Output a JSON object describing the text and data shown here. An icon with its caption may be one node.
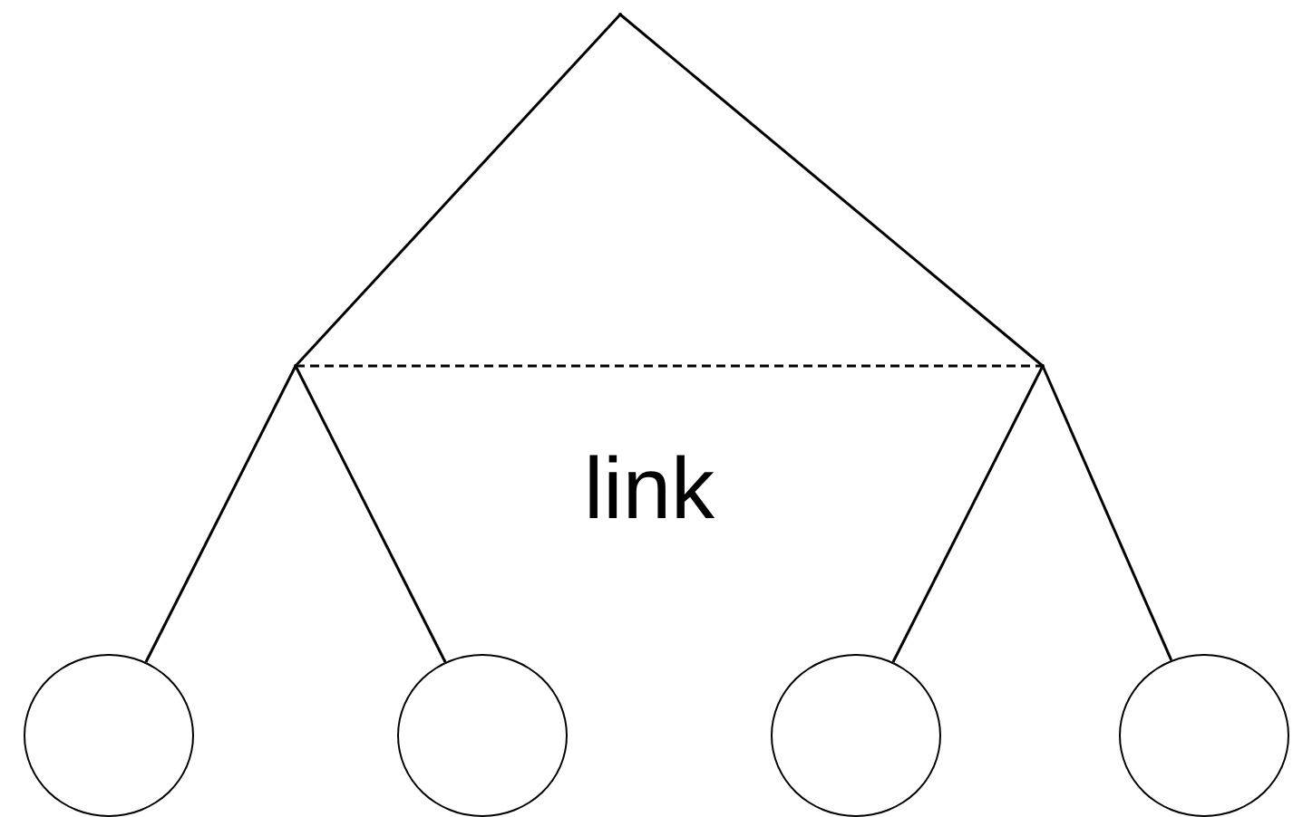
{
  "diagram": {
    "nodes": [
      {
        "text": [],
        "shape": "point"
      },
      {
        "text": [],
        "shape": "point"
      },
      {
        "text": [],
        "shape": "point"
      },
      {
        "text": [],
        "shape": "circle"
      },
      {
        "text": [],
        "shape": "circle"
      },
      {
        "text": [],
        "shape": "circle"
      },
      {
        "text": [],
        "shape": "circle"
      }
    ],
    "edges": [
      {
        "from": 0,
        "to": 1,
        "arrow": "none"
      },
      {
        "from": 0,
        "to": 2,
        "arrow": "none"
      },
      {
        "from": 1,
        "to": 2,
        "arrow": "none",
        "label": "link",
        "style": "dashed"
      },
      {
        "from": 1,
        "to": 3,
        "arrow": "none"
      },
      {
        "from": 1,
        "to": 4,
        "arrow": "none"
      },
      {
        "from": 2,
        "to": 5,
        "arrow": "none"
      },
      {
        "from": 2,
        "to": 6,
        "arrow": "none"
      }
    ]
  }
}
